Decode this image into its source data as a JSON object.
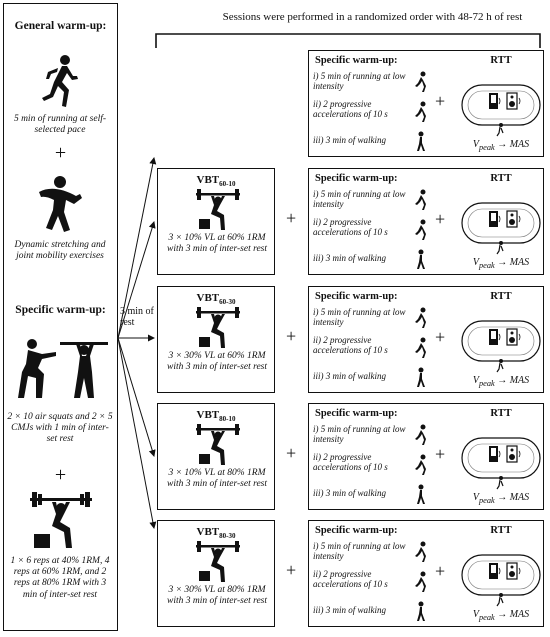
{
  "header": {
    "caption": "Sessions were performed in a randomized order with 48-72 h of rest"
  },
  "left": {
    "general_title": "General warm-up:",
    "run_text": "5 min of running at self-selected pace",
    "stretch_text": "Dynamic stretching and joint mobility exercises",
    "specific_title": "Specific warm-up:",
    "squat_text": "2 × 10 air squats and 2 × 5 CMJs with 1 min of inter-set rest",
    "reps_text": "1 × 6 reps at 40% 1RM, 4 reps at 60% 1RM, and 2 reps at 80% 1RM with 3 min of inter-set rest",
    "plus": "+"
  },
  "rest_label": "3 min of rest",
  "specific_warmup": {
    "title": "Specific warm-up:",
    "item1": "i) 5 min of running at low intensity",
    "item2": "ii) 2 progressive accelerations of 10 s",
    "item3": "iii) 3 min of walking"
  },
  "rtt": {
    "title": "RTT",
    "vpeak_main": "V",
    "vpeak_sub": "peak",
    "vpeak_rest": " → MAS"
  },
  "plus": "+",
  "vbt": [
    {
      "name": "VBT",
      "sub": "60-10",
      "desc": "3 × 10% VL at 60% 1RM with 3 min of inter-set rest"
    },
    {
      "name": "VBT",
      "sub": "60-30",
      "desc": "3 × 30% VL at 60% 1RM with 3 min of inter-set rest"
    },
    {
      "name": "VBT",
      "sub": "80-10",
      "desc": "3 × 10% VL at 80% 1RM with 3 min of inter-set rest"
    },
    {
      "name": "VBT",
      "sub": "80-30",
      "desc": "3 × 30% VL at 80% 1RM with 3 min of inter-set rest"
    }
  ],
  "icons": [
    "runner-icon",
    "stretching-icon",
    "squat-icon",
    "barbell-squat-icon",
    "walking-icon",
    "track-icon"
  ]
}
